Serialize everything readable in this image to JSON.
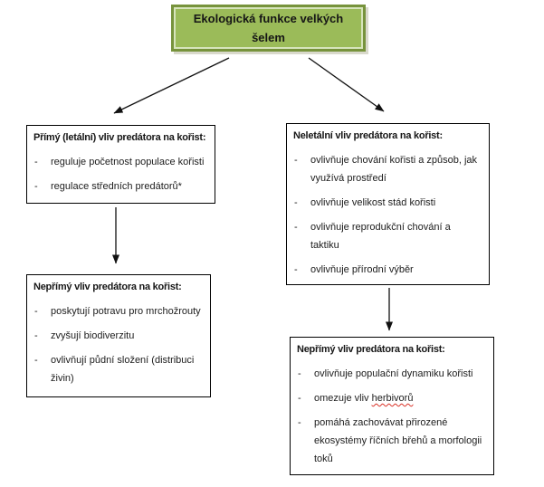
{
  "diagram": {
    "bullet_char": "-",
    "colors": {
      "title_fill": "#9bbb59",
      "title_border": "#77933c",
      "box_border": "#000000",
      "spellcheck_red": "#d93025"
    },
    "title_box": {
      "text": "Ekologická funkce velkých\nšelem"
    },
    "boxes": {
      "direct": {
        "title": "Přímý (letální) vliv predátora na kořist:",
        "bullets": [
          "reguluje početnost populace kořisti",
          "regulace středních predátorů*"
        ]
      },
      "nonlethal": {
        "title": "Neletální vliv predátora na kořist:",
        "bullets": [
          "ovlivňuje chování kořisti a způsob, jak\nvyužívá prostředí",
          "ovlivňuje velikost stád kořisti",
          "ovlivňuje reprodukční chování a\ntaktiku",
          "ovlivňuje přírodní výběr"
        ]
      },
      "indirect_left": {
        "title": "Nepřímý vliv predátora na kořist:",
        "bullets": [
          "poskytují potravu pro mrchožrouty",
          "zvyšují biodiverzitu",
          "ovlivňují půdní složení (distribuci\nživin)"
        ]
      },
      "indirect_right": {
        "title": "Nepřímý vliv predátora na kořist:",
        "bullets": [
          "ovlivňuje populační dynamiku kořisti",
          {
            "prefix": "omezuje vliv ",
            "misspelled": "herbivorů"
          },
          "pomáhá zachovávat přirozené\nekosystémy říčních břehů a morfologii\ntoků"
        ]
      }
    }
  }
}
